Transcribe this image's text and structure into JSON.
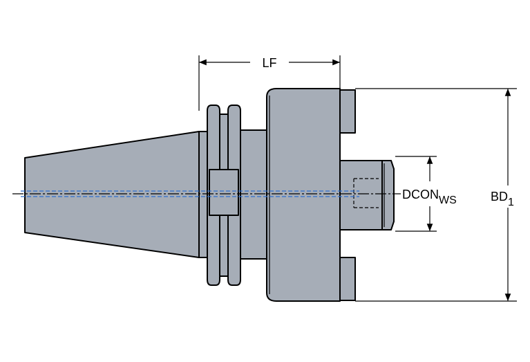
{
  "labels": {
    "lf": "LF",
    "dcon_main": "DCON",
    "dcon_sub": "WS",
    "bd_main": "BD",
    "bd_sub": "1"
  },
  "colors": {
    "body": "#a6adb7",
    "outline": "#000000",
    "axis": "#2f6fd0",
    "background": "#ffffff"
  }
}
